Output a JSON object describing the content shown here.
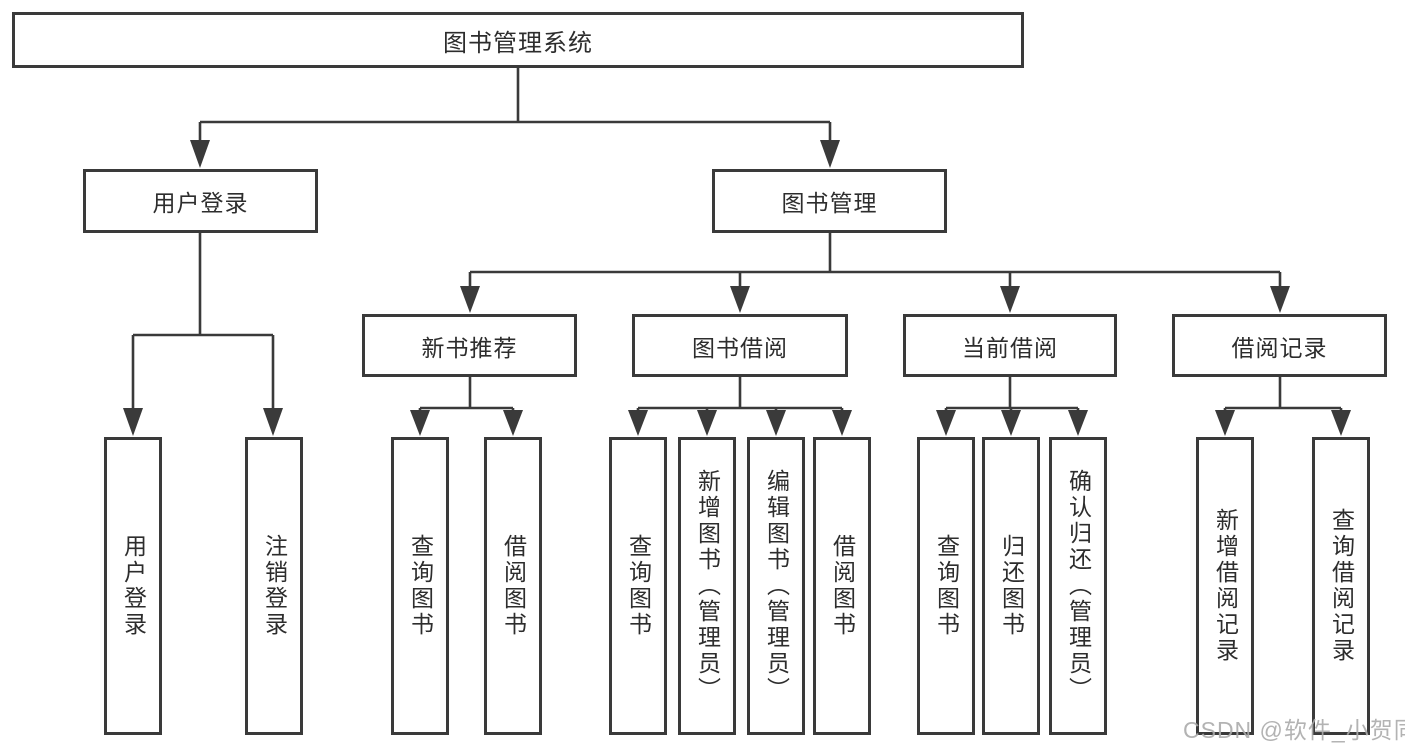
{
  "diagram": {
    "root": {
      "label": "图书管理系统"
    },
    "branches": [
      {
        "label": "用户登录",
        "children": [
          "用户登录",
          "注销登录"
        ]
      },
      {
        "label": "图书管理",
        "groups": [
          {
            "label": "新书推荐",
            "children": [
              "查询图书",
              "借阅图书"
            ]
          },
          {
            "label": "图书借阅",
            "children": [
              "查询图书",
              "新增图书（管理员）",
              "编辑图书（管理员）",
              "借阅图书"
            ]
          },
          {
            "label": "当前借阅",
            "children": [
              "查询图书",
              "归还图书",
              "确认归还（管理员）"
            ]
          },
          {
            "label": "借阅记录",
            "children": [
              "新增借阅记录",
              "查询借阅记录"
            ]
          }
        ]
      }
    ],
    "watermark": "CSDN @软件_小贺同学",
    "colors": {
      "line": "#3a3a3a",
      "text": "#2d2d2d",
      "watermark": "#ababab",
      "background": "#ffffff"
    }
  }
}
